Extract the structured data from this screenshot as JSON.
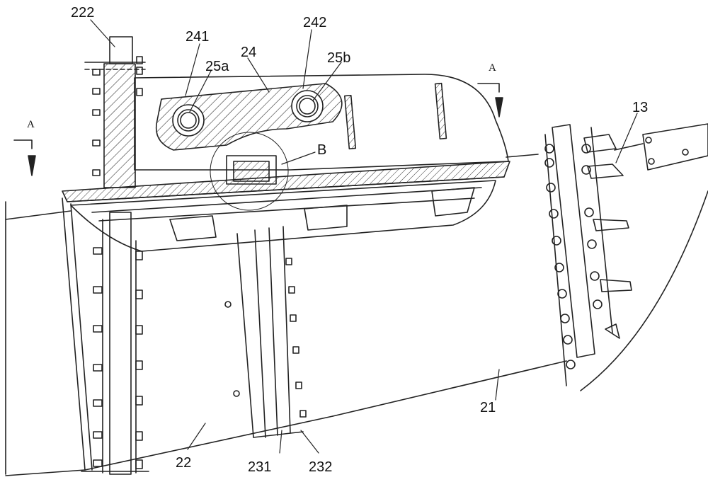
{
  "figure": {
    "labels": {
      "l222": "222",
      "l241": "241",
      "l242": "242",
      "l24": "24",
      "l25a": "25a",
      "l25b": "25b",
      "lA_left": "A",
      "lA_right": "A",
      "lB": "B",
      "l13": "13",
      "l21": "21",
      "l22": "22",
      "l231": "231",
      "l232": "232"
    }
  }
}
